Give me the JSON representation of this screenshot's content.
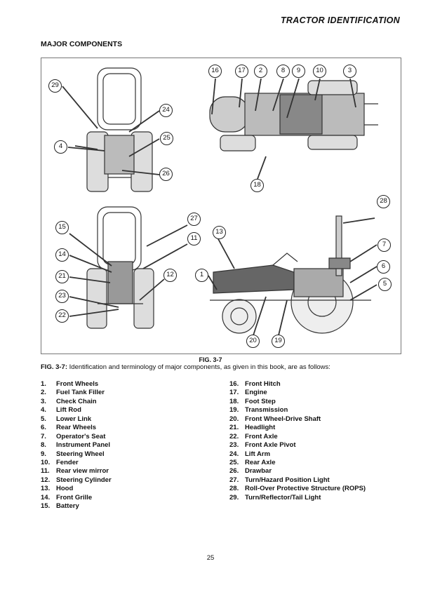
{
  "header": {
    "title": "TRACTOR IDENTIFICATION"
  },
  "section_title": "MAJOR COMPONENTS",
  "figure": {
    "callouts": [
      "29",
      "24",
      "4",
      "25",
      "26",
      "16",
      "17",
      "2",
      "8",
      "9",
      "10",
      "3",
      "18",
      "15",
      "27",
      "14",
      "11",
      "21",
      "12",
      "23",
      "22",
      "13",
      "28",
      "7",
      "6",
      "5",
      "1",
      "20",
      "19"
    ],
    "label": "FIG. 3-7"
  },
  "caption": {
    "ref": "FIG. 3-7:",
    "text": " Identification and terminology of major components, as given in this book, are as follows:"
  },
  "components_left": [
    {
      "n": "1.",
      "label": "Front Wheels"
    },
    {
      "n": "2.",
      "label": "Fuel Tank Filler"
    },
    {
      "n": "3.",
      "label": "Check Chain"
    },
    {
      "n": "4.",
      "label": "Lift Rod"
    },
    {
      "n": "5.",
      "label": "Lower Link"
    },
    {
      "n": "6.",
      "label": "Rear Wheels"
    },
    {
      "n": "7.",
      "label": "Operator's Seat"
    },
    {
      "n": "8.",
      "label": "Instrument Panel"
    },
    {
      "n": "9.",
      "label": "Steering Wheel"
    },
    {
      "n": "10.",
      "label": "Fender"
    },
    {
      "n": "11.",
      "label": "Rear view mirror"
    },
    {
      "n": "12.",
      "label": "Steering Cylinder"
    },
    {
      "n": "13.",
      "label": "Hood"
    },
    {
      "n": "14.",
      "label": "Front Grille"
    },
    {
      "n": "15.",
      "label": "Battery"
    }
  ],
  "components_right": [
    {
      "n": "16.",
      "label": "Front Hitch"
    },
    {
      "n": "17.",
      "label": "Engine"
    },
    {
      "n": "18.",
      "label": "Foot Step"
    },
    {
      "n": "19.",
      "label": "Transmission"
    },
    {
      "n": "20.",
      "label": "Front Wheel-Drive Shaft"
    },
    {
      "n": "21.",
      "label": "Headlight"
    },
    {
      "n": "22.",
      "label": "Front Axle"
    },
    {
      "n": "23.",
      "label": "Front Axle Pivot"
    },
    {
      "n": "24.",
      "label": "Lift Arm"
    },
    {
      "n": "25.",
      "label": "Rear Axle"
    },
    {
      "n": "26.",
      "label": "Drawbar"
    },
    {
      "n": "27.",
      "label": "Turn/Hazard Position Light"
    },
    {
      "n": "28.",
      "label": "Roll-Over Protective Structure (ROPS)"
    },
    {
      "n": "29.",
      "label": "Turn/Reflector/Tail Light"
    }
  ],
  "page_number": "25"
}
